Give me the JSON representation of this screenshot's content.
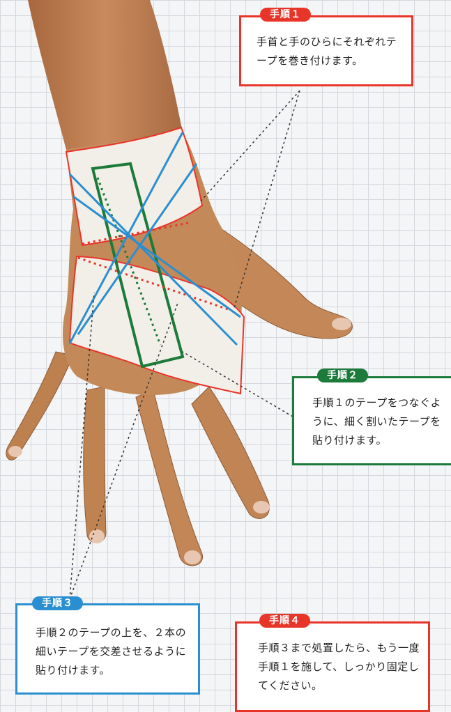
{
  "steps": [
    {
      "label": "手順１",
      "text": "手首と手のひらにそれぞれテープを巻き付けます。",
      "color": "#e8352a"
    },
    {
      "label": "手順２",
      "text": "手順１のテープをつなぐように、細く割いたテープを貼り付けます。",
      "color": "#1c7a3a"
    },
    {
      "label": "手順３",
      "text": "手順２のテープの上を、２本の細いテープを交差させるように貼り付けます。",
      "color": "#2a8fd0"
    },
    {
      "label": "手順４",
      "text": "手順３まで処置したら、もう一度手順１を施して、しっかり固定してください。",
      "color": "#e8352a"
    }
  ],
  "illustration": {
    "subject": "taped-hand",
    "tape_colors": {
      "outline": "#e8352a",
      "strip": "#1c7a3a",
      "cross": "#2a8fd0"
    }
  }
}
